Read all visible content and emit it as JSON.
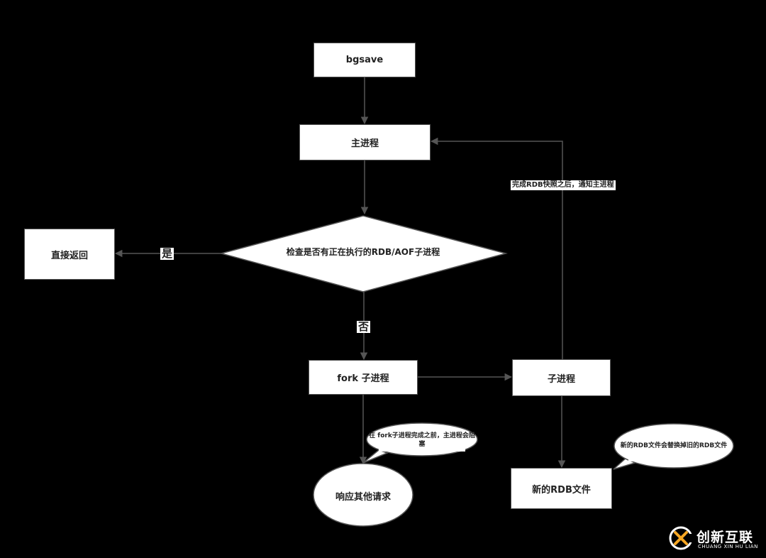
{
  "nodes": {
    "bgsave": "bgsave",
    "main_process": "主进程",
    "check": "检查是否有正在执行的RDB/AOF子进程",
    "return_direct": "直接返回",
    "fork": "fork 子进程",
    "child": "子进程",
    "respond": "响应其他请求",
    "new_rdb": "新的RDB文件"
  },
  "edges": {
    "yes": "是",
    "no": "否",
    "notify": "完成RDB快照之后，通知主进程"
  },
  "callouts": {
    "block_line1": "在 fork子进程完成之前，主进程会阻",
    "block_line2": "塞",
    "replace": "新的RDB文件会替换掉旧的RDB文件"
  },
  "logo": {
    "name_cn": "创新互联",
    "name_en": "CHUANG XIN HU LIAN",
    "icon": "x-circle-logo-icon"
  },
  "colors": {
    "background": "#000000",
    "node_fill": "#ffffff",
    "stroke": "#555555",
    "text": "#222222",
    "logo_accent": "#f5a623"
  }
}
